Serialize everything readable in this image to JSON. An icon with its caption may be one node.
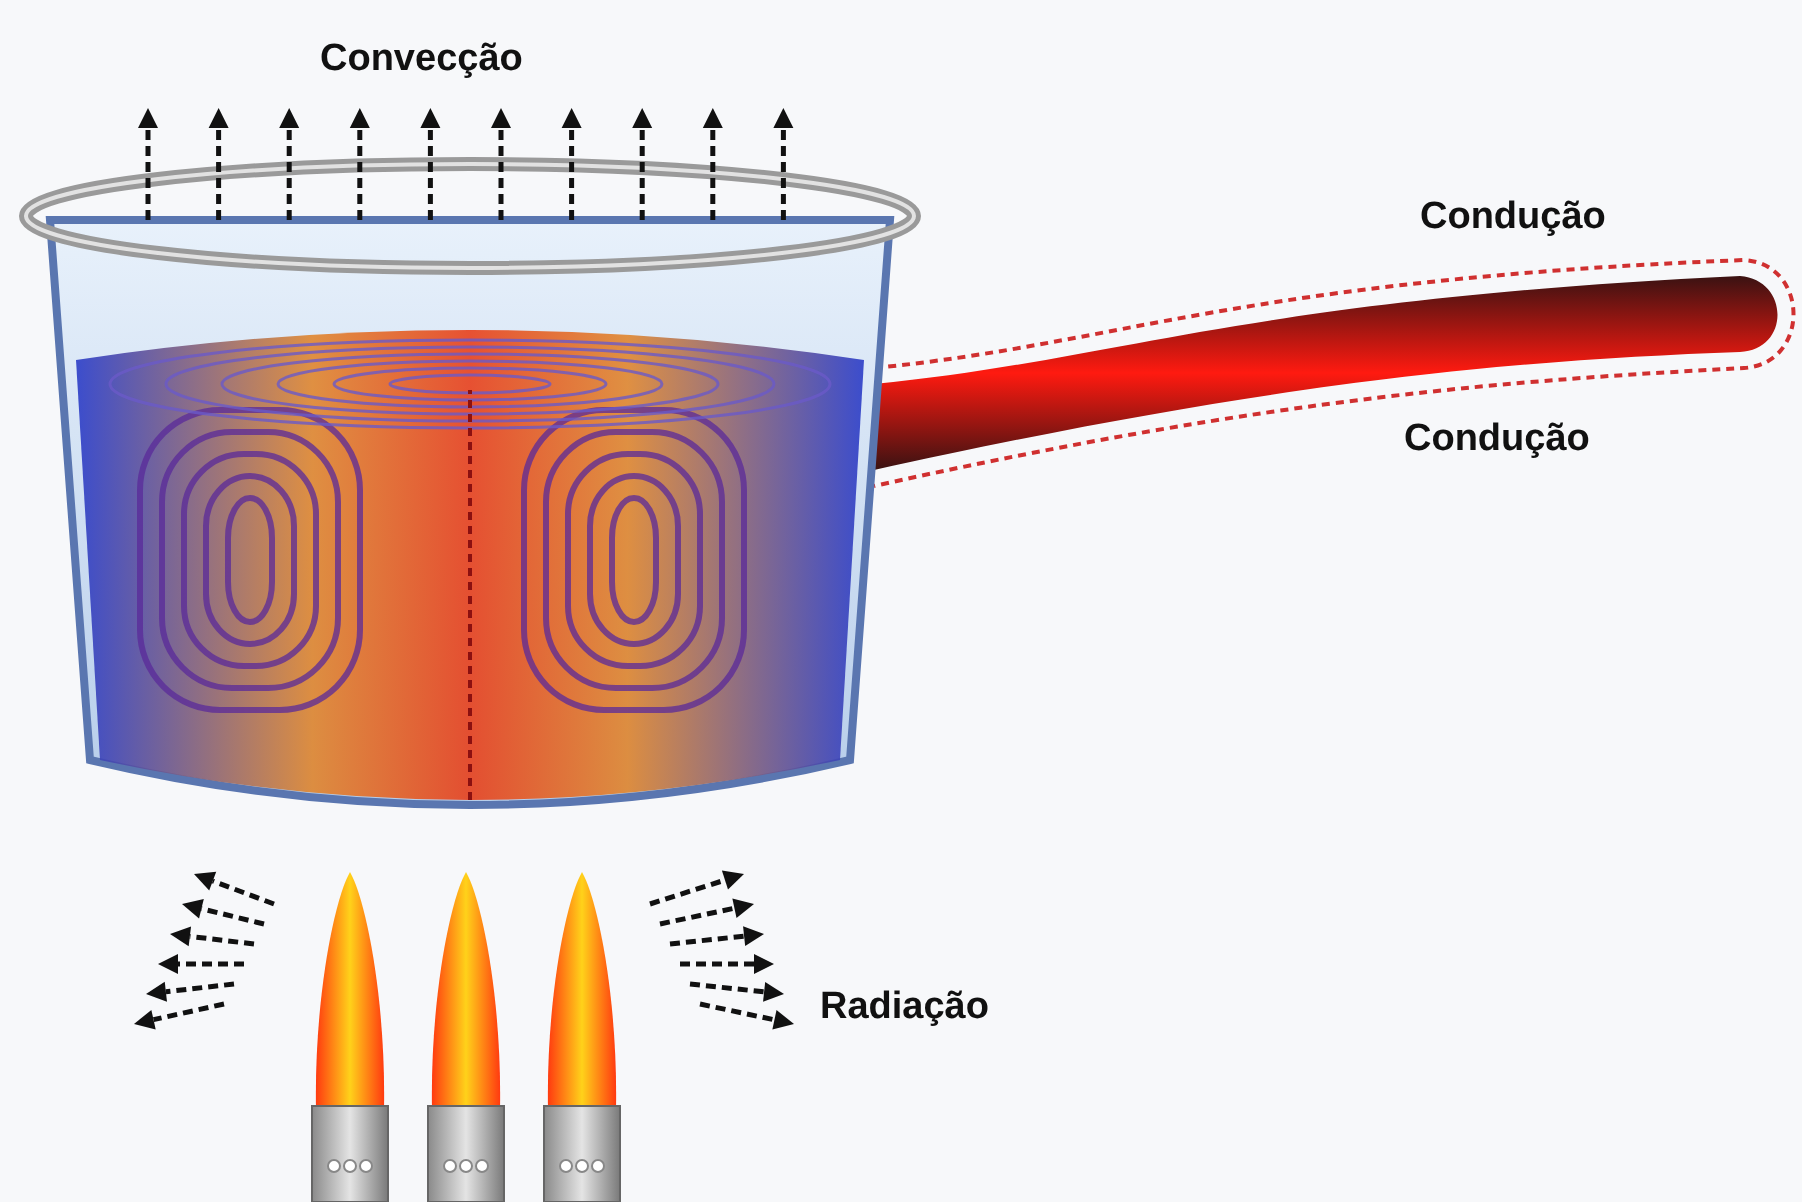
{
  "diagram": {
    "labels": [
      "Convecção",
      "Condução",
      "Condução",
      "Radiação"
    ]
  }
}
